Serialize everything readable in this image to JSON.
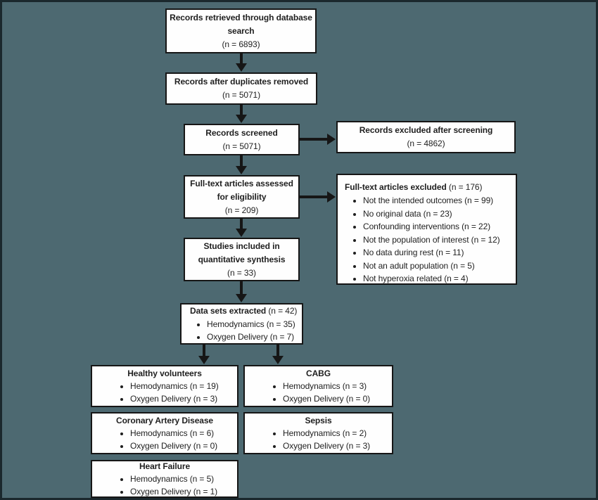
{
  "colors": {
    "background": "#4d6971",
    "box_fill": "#fefefe",
    "line": "#161616",
    "text": "#1f1f1f"
  },
  "flow": {
    "retrieved": {
      "title": "Records retrieved through database search",
      "count": "(n = 6893)"
    },
    "deduplicated": {
      "title": "Records after duplicates removed",
      "count": "(n = 5071)"
    },
    "screened": {
      "title": "Records screened",
      "count": "(n = 5071)"
    },
    "excluded_screening": {
      "title": "Records excluded after screening",
      "count": "(n = 4862)"
    },
    "fulltext_assessed": {
      "title": "Full-text articles assessed for eligibility",
      "count": "(n = 209)"
    },
    "fulltext_excluded": {
      "title": "Full-text articles excluded",
      "count": "(n = 176)",
      "reasons": [
        "Not the intended outcomes (n = 99)",
        "No original data (n = 23)",
        "Confounding interventions (n = 22)",
        "Not the population of interest (n = 12)",
        "No data during rest (n = 11)",
        "Not an adult population (n = 5)",
        "Not hyperoxia related (n = 4)"
      ]
    },
    "included": {
      "title": "Studies included in quantitative synthesis",
      "count": "(n = 33)"
    },
    "datasets": {
      "title": "Data sets extracted",
      "count": "(n = 42)",
      "items": [
        "Hemodynamics (n = 35)",
        "Oxygen Delivery (n = 7)"
      ]
    },
    "groups": [
      {
        "title": "Healthy volunteers",
        "items": [
          "Hemodynamics (n = 19)",
          "Oxygen Delivery (n = 3)"
        ]
      },
      {
        "title": "CABG",
        "items": [
          "Hemodynamics (n = 3)",
          "Oxygen Delivery (n = 0)"
        ]
      },
      {
        "title": "Coronary Artery Disease",
        "items": [
          "Hemodynamics (n = 6)",
          "Oxygen Delivery (n = 0)"
        ]
      },
      {
        "title": "Sepsis",
        "items": [
          "Hemodynamics (n = 2)",
          "Oxygen Delivery (n = 3)"
        ]
      },
      {
        "title": "Heart Failure",
        "items": [
          "Hemodynamics (n = 5)",
          "Oxygen Delivery (n = 1)"
        ]
      }
    ]
  }
}
